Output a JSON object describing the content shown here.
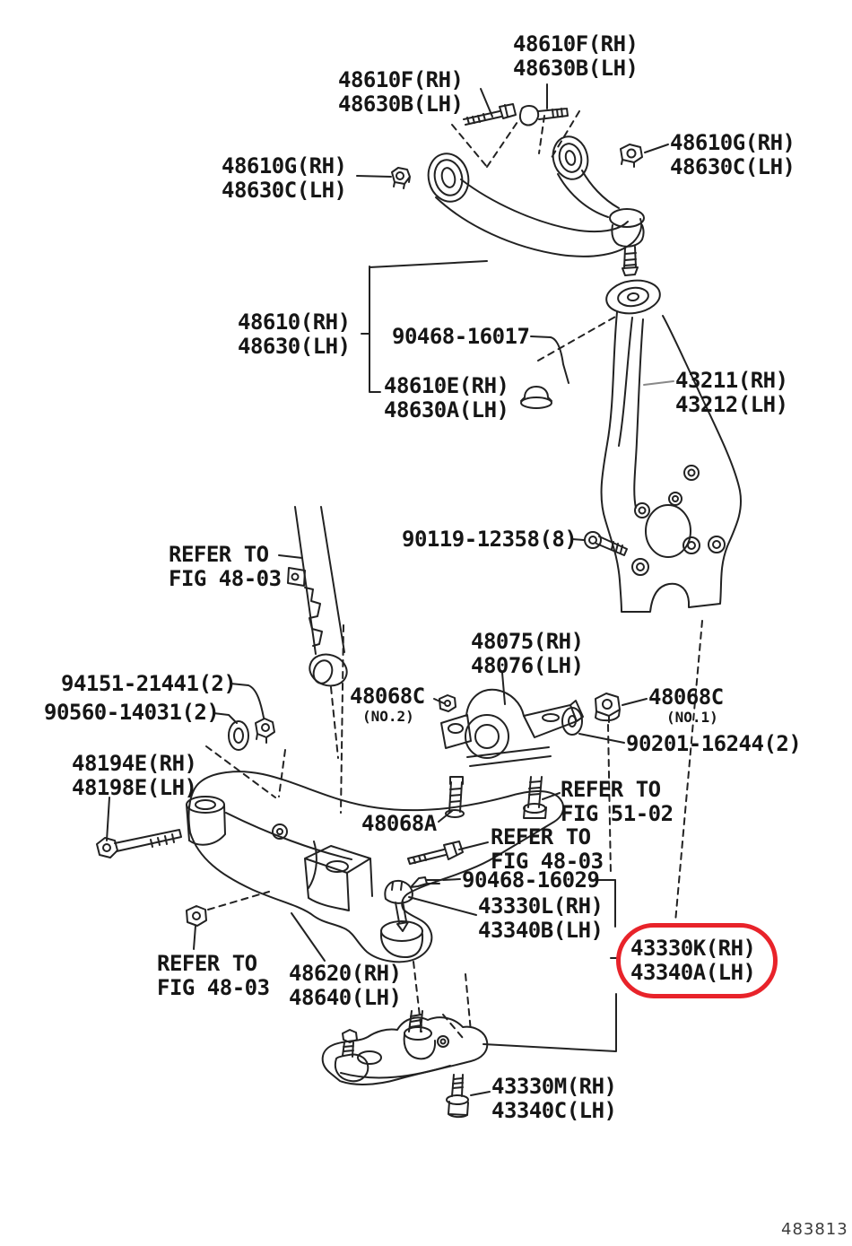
{
  "doc": {
    "figure_number": "483813",
    "highlight_color": "#e8232a"
  },
  "labels": {
    "top_center_bolt": {
      "line1": "48610F(RH)",
      "line2": "48630B(LH)"
    },
    "top_left_bolt": {
      "line1": "48610F(RH)",
      "line2": "48630B(LH)"
    },
    "right_nut": {
      "line1": "48610G(RH)",
      "line2": "48630C(LH)"
    },
    "left_nut": {
      "line1": "48610G(RH)",
      "line2": "48630C(LH)"
    },
    "upper_arm": {
      "line1": "48610(RH)",
      "line2": "48630(LH)"
    },
    "retainer": {
      "line1": "90468-16017"
    },
    "dust_cover": {
      "line1": "48610E(RH)",
      "line2": "48630A(LH)"
    },
    "knuckle": {
      "line1": "43211(RH)",
      "line2": "43212(LH)"
    },
    "hub_bolt": {
      "line1": "90119-12358(8)"
    },
    "refer_strut": {
      "line1": "REFER TO",
      "line2": "FIG 48-03"
    },
    "arm_bracket": {
      "line1": "48075(RH)",
      "line2": "48076(LH)"
    },
    "nut_no2": {
      "line1": "48068C",
      "line2": "(NO.2)"
    },
    "nut_no1": {
      "line1": "48068C",
      "line2": "(NO.1)"
    },
    "plate_washer": {
      "line1": "90201-16244(2)"
    },
    "washer": {
      "line1": "94151-21441(2)"
    },
    "nut_small": {
      "line1": "90560-14031(2)"
    },
    "arm_bolt": {
      "line1": "48194E(RH)",
      "line2": "48198E(LH)"
    },
    "stud_bolt": {
      "line1": "48068A"
    },
    "refer_5102": {
      "line1": "REFER TO",
      "line2": "FIG 51-02"
    },
    "refer_mid": {
      "line1": "REFER TO",
      "line2": "FIG 48-03"
    },
    "shim": {
      "line1": "90468-16029"
    },
    "upper_ball_joint": {
      "line1": "43330L(RH)",
      "line2": "43340B(LH)"
    },
    "lower_ball_joint": {
      "line1": "43330K(RH)",
      "line2": "43340A(LH)"
    },
    "refer_bottom": {
      "line1": "REFER TO",
      "line2": "FIG 48-03"
    },
    "lower_arm": {
      "line1": "48620(RH)",
      "line2": "48640(LH)"
    },
    "ball_joint_bolt": {
      "line1": "43330M(RH)",
      "line2": "43340C(LH)"
    }
  }
}
